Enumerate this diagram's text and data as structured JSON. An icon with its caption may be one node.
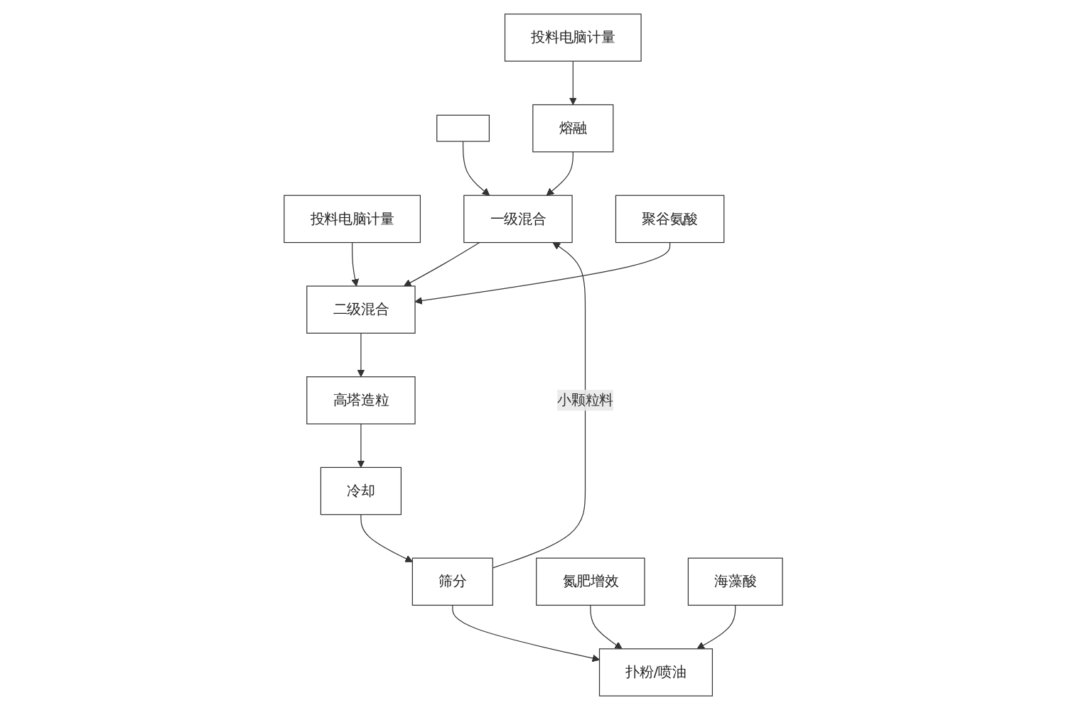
{
  "diagram": {
    "nodes": [
      {
        "text": [
          "投料电脑计量"
        ]
      },
      {
        "text": [],
        "shape": "box"
      },
      {
        "text": [
          "投料电脑计量"
        ]
      },
      {
        "text": [
          "熔融"
        ]
      },
      {
        "text": [
          "一级混合"
        ]
      },
      {
        "text": [
          "二级混合"
        ]
      },
      {
        "text": [
          "聚谷氨酸"
        ]
      },
      {
        "text": [
          "高塔造粒"
        ]
      },
      {
        "text": [
          "冷却"
        ]
      },
      {
        "text": [
          "筛分"
        ]
      },
      {
        "text": [
          "氮肥增效"
        ]
      },
      {
        "text": [
          "扑粉/喷油"
        ]
      },
      {
        "text": [
          "海藻酸"
        ]
      }
    ],
    "edges": [
      {
        "from": 0,
        "to": 3,
        "arrow": "to"
      },
      {
        "from": 1,
        "to": 4,
        "arrow": "to"
      },
      {
        "from": 3,
        "to": 4,
        "arrow": "to"
      },
      {
        "from": 9,
        "to": 4,
        "arrow": "to",
        "label": "小颗粒料"
      },
      {
        "from": 4,
        "to": 5,
        "arrow": "to"
      },
      {
        "from": 2,
        "to": 5,
        "arrow": "to"
      },
      {
        "from": 6,
        "to": 5,
        "arrow": "to"
      },
      {
        "from": 5,
        "to": 7,
        "arrow": "to"
      },
      {
        "from": 7,
        "to": 8,
        "arrow": "to"
      },
      {
        "from": 8,
        "to": 9,
        "arrow": "to"
      },
      {
        "from": 9,
        "to": 11,
        "arrow": "to"
      },
      {
        "from": 10,
        "to": 11,
        "arrow": "to"
      },
      {
        "from": 12,
        "to": 11,
        "arrow": "to"
      }
    ]
  }
}
